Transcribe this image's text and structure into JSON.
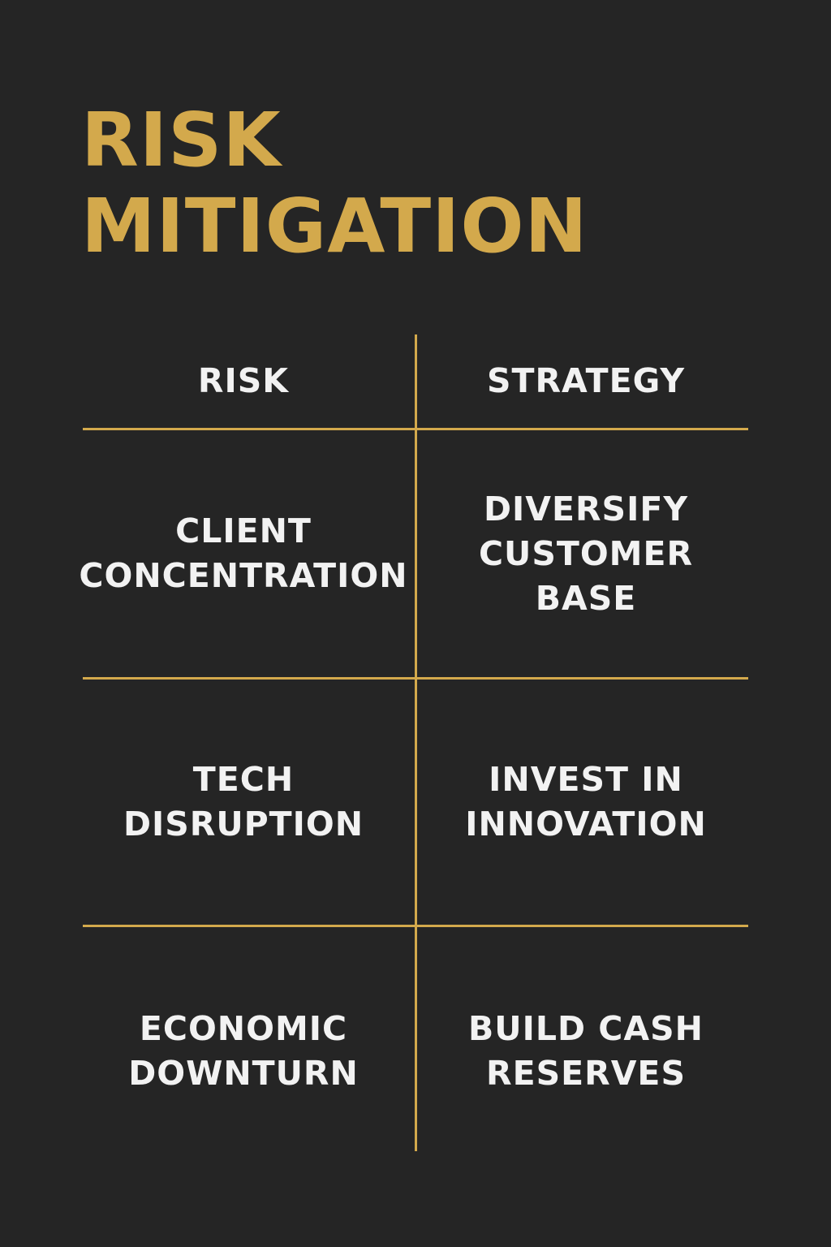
{
  "title": {
    "line1": "RISK",
    "line2": "MITIGATION"
  },
  "table": {
    "headers": {
      "risk": "RISK",
      "strategy": "STRATEGY"
    },
    "rows": [
      {
        "risk": "CLIENT\nCONCENTRATION",
        "strategy": "DIVERSIFY\nCUSTOMER BASE"
      },
      {
        "risk": "TECH\nDISRUPTION",
        "strategy": "INVEST IN\nINNOVATION"
      },
      {
        "risk": "ECONOMIC\nDOWNTURN",
        "strategy": "BUILD CASH\nRESERVES"
      }
    ]
  },
  "colors": {
    "accent": "#d3a94c",
    "background": "#252525",
    "text": "#f2f2f2"
  }
}
